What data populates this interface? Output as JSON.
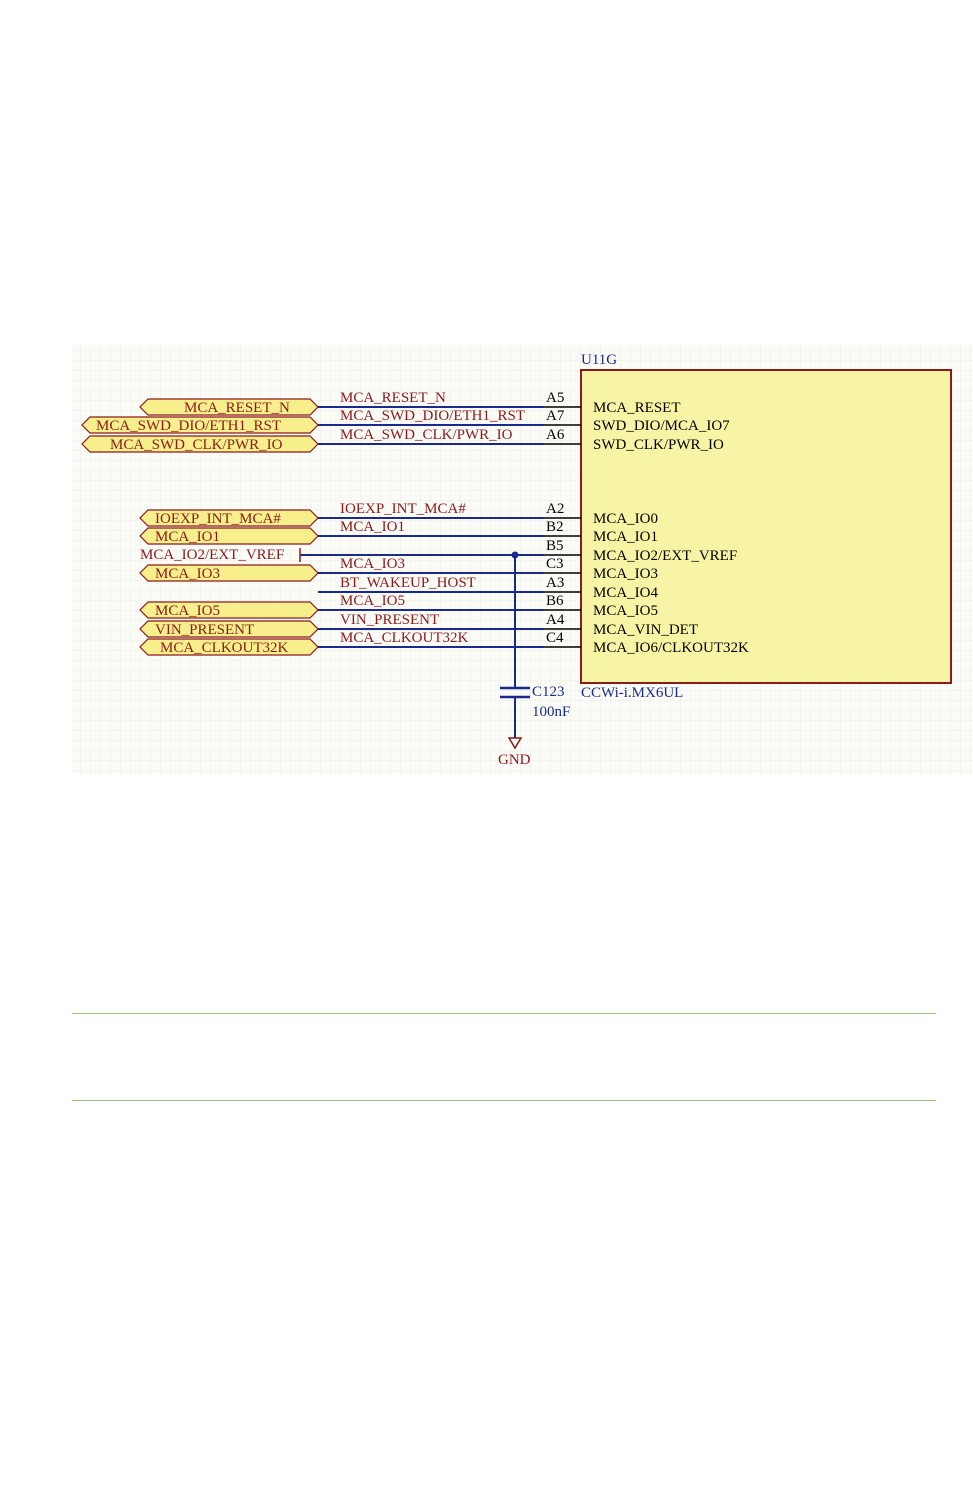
{
  "schematic": {
    "component": {
      "designator": "U11G",
      "part": "CCWi-i.MX6UL",
      "pins": [
        {
          "num": "A5",
          "name": "MCA_RESET"
        },
        {
          "num": "A7",
          "name": "SWD_DIO/MCA_IO7"
        },
        {
          "num": "A6",
          "name": "SWD_CLK/PWR_IO"
        },
        {
          "num": "A2",
          "name": "MCA_IO0"
        },
        {
          "num": "B2",
          "name": "MCA_IO1"
        },
        {
          "num": "B5",
          "name": "MCA_IO2/EXT_VREF"
        },
        {
          "num": "C3",
          "name": "MCA_IO3"
        },
        {
          "num": "A3",
          "name": "MCA_IO4"
        },
        {
          "num": "B6",
          "name": "MCA_IO5"
        },
        {
          "num": "A4",
          "name": "MCA_VIN_DET"
        },
        {
          "num": "C4",
          "name": "MCA_IO6/CLKOUT32K"
        }
      ]
    },
    "ports": [
      "MCA_RESET_N",
      "MCA_SWD_DIO/ETH1_RST",
      "MCA_SWD_CLK/PWR_IO",
      "IOEXP_INT_MCA#",
      "MCA_IO1",
      "MCA_IO3",
      "MCA_IO5",
      "VIN_PRESENT",
      "MCA_CLKOUT32K"
    ],
    "net_labels": [
      "MCA_RESET_N",
      "MCA_SWD_DIO/ETH1_RST",
      "MCA_SWD_CLK/PWR_IO",
      "IOEXP_INT_MCA#",
      "MCA_IO1",
      "MCA_IO3",
      "BT_WAKEUP_HOST",
      "MCA_IO5",
      "VIN_PRESENT",
      "MCA_CLKOUT32K"
    ],
    "vref_label": "MCA_IO2/EXT_VREF",
    "capacitor": {
      "designator": "C123",
      "value": "100nF"
    },
    "ground_label": "GND",
    "colors": {
      "wire": "#1a2a8c",
      "net_text": "#8b1a1a",
      "port_fill": "#f7ef8c",
      "part_fill": "#f7f4a5",
      "grid": "#ecece4",
      "background": "#fbfbf7"
    }
  }
}
